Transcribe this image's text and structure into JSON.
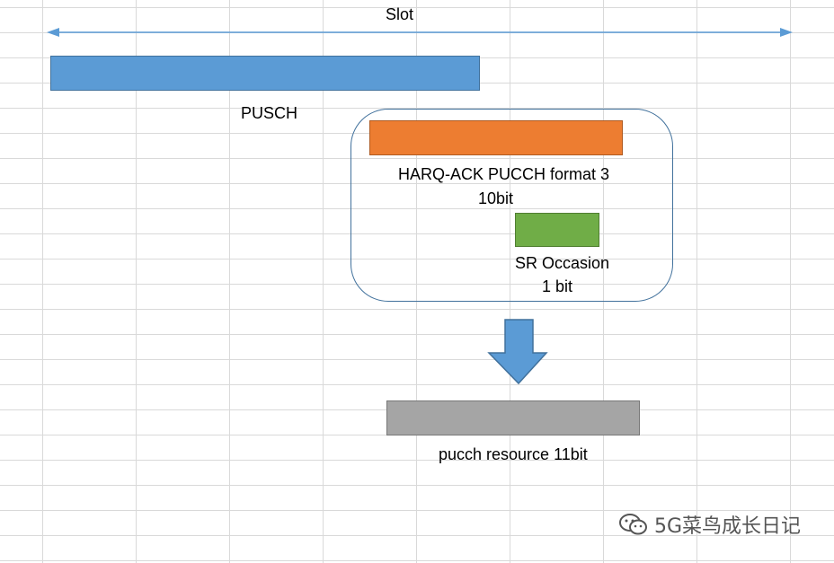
{
  "slot_label": "Slot",
  "pusch_label": "PUSCH",
  "harq_label_line1": "HARQ-ACK  PUCCH format 3",
  "harq_label_line2": "10bit",
  "sr_label_line1": "SR  Occasion",
  "sr_label_line2": "1 bit",
  "pucch_label": "pucch resource 11bit",
  "watermark": "5G菜鸟成长日记",
  "colors": {
    "grid": "#d9d9d9",
    "slot_arrow": "#5b9bd5",
    "pusch": "#5b9bd5",
    "harq": "#ed7d31",
    "sr": "#70ad47",
    "pucch": "#a5a5a5",
    "group_border": "#41719c",
    "down_arrow": "#5b9bd5"
  },
  "icons": {
    "watermark_icon": "wechat-icon",
    "down_arrow": "down-arrow-icon"
  }
}
